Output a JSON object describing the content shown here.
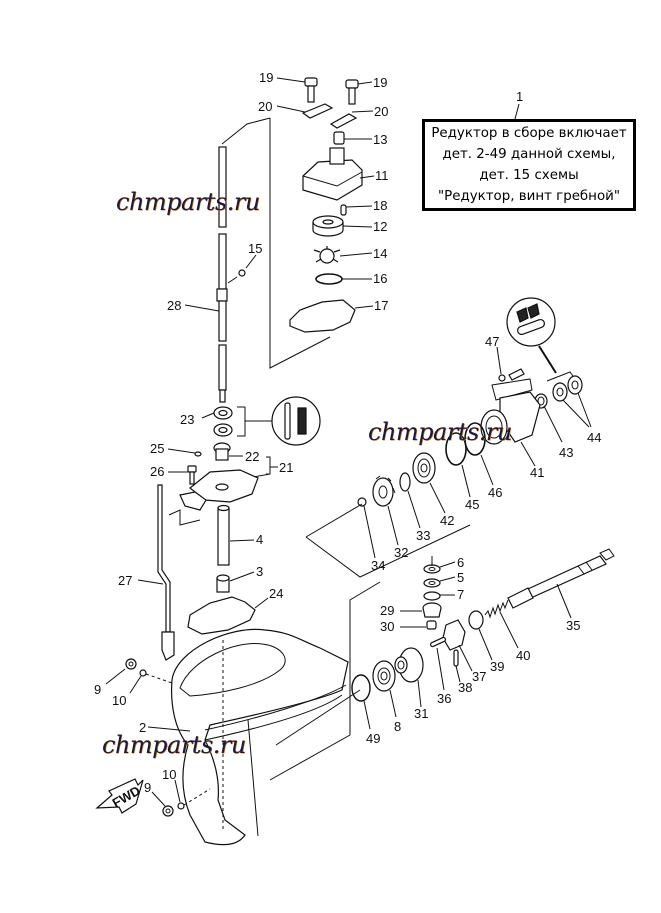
{
  "diagram": {
    "title_note": {
      "callout": "1",
      "lines": [
        "Редуктор в сборе включает",
        "дет. 2-49 данной схемы,",
        "дет. 15 схемы",
        "\"Редуктор, винт гребной\""
      ]
    },
    "watermarks": [
      "chmparts.ru",
      "chmparts.ru",
      "chmparts.ru"
    ],
    "fwd_label": "FWD",
    "callouts": {
      "p19a": "19",
      "p19b": "19",
      "p20a": "20",
      "p20b": "20",
      "p13": "13",
      "p11": "11",
      "p18": "18",
      "p12": "12",
      "p14": "14",
      "p16": "16",
      "p17": "17",
      "p15": "15",
      "p28": "28",
      "p23": "23",
      "p25": "25",
      "p22": "22",
      "p21": "21",
      "p26": "26",
      "p4": "4",
      "p3": "3",
      "p27": "27",
      "p24": "24",
      "p9a": "9",
      "p10a": "10",
      "p2": "2",
      "p10b": "10",
      "p9b": "9",
      "p47": "47",
      "p44": "44",
      "p43": "43",
      "p41": "41",
      "p46": "46",
      "p45": "45",
      "p42": "42",
      "p33": "33",
      "p32": "32",
      "p34": "34",
      "p6": "6",
      "p5": "5",
      "p7": "7",
      "p29": "29",
      "p30": "30",
      "p35": "35",
      "p40": "40",
      "p39": "39",
      "p37": "37",
      "p38": "38",
      "p36": "36",
      "p31": "31",
      "p8": "8",
      "p49": "49"
    }
  }
}
